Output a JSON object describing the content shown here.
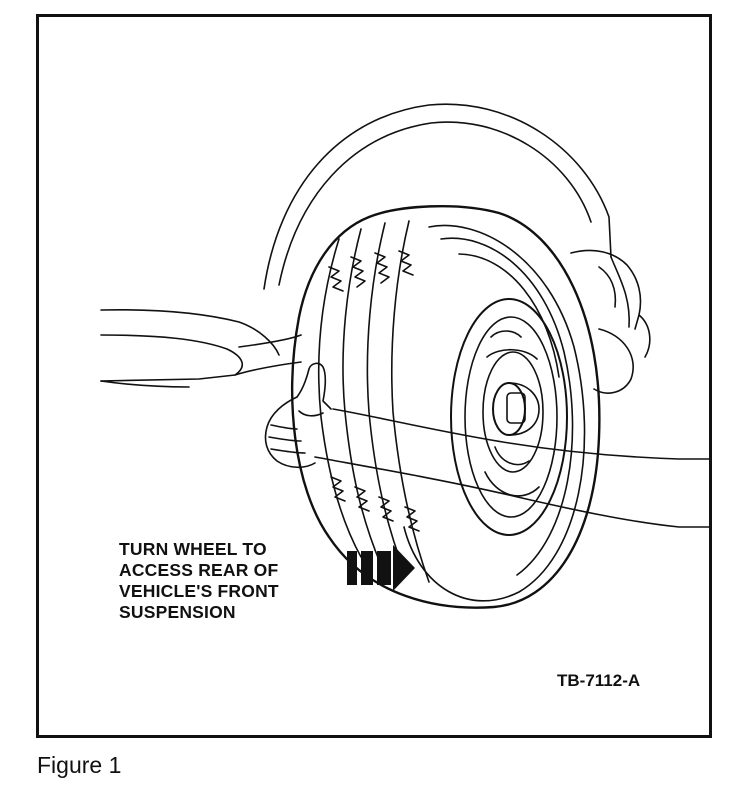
{
  "figure": {
    "callout_lines": [
      "TURN WHEEL TO",
      "ACCESS REAR OF",
      "VEHICLE'S FRONT",
      "SUSPENSION"
    ],
    "code": "TB-7112-A",
    "caption": "Figure 1"
  },
  "icons": {
    "direction_arrow": "right-arrow-icon"
  },
  "colors": {
    "ink": "#111111",
    "paper": "#ffffff"
  }
}
